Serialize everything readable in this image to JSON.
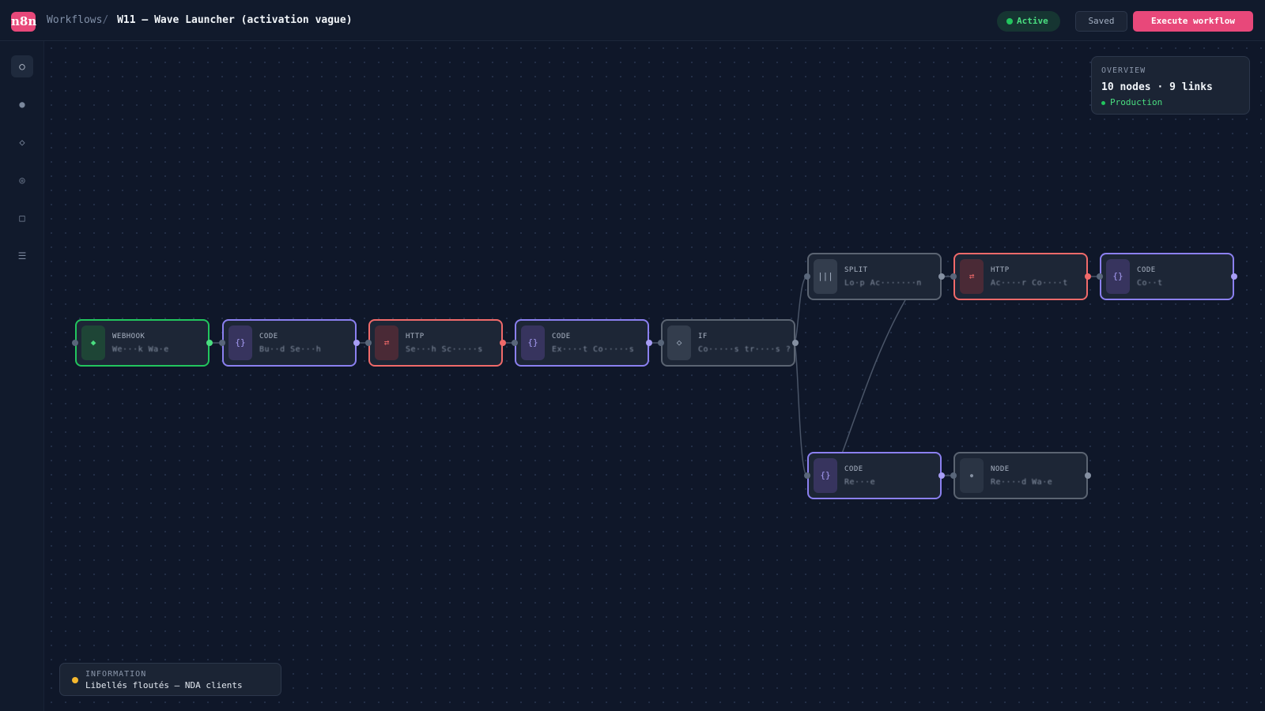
{
  "app": {
    "logo": "n8n"
  },
  "header": {
    "breadcrumb_parent": "Workflows",
    "breadcrumb_sep": "/",
    "title": "W11 — Wave Launcher (activation vague)",
    "status": "Active",
    "saved_label": "Saved",
    "execute_label": "Execute workflow"
  },
  "sidebar": {
    "items": [
      {
        "icon": "○",
        "name": "home-icon",
        "selected": true
      },
      {
        "icon": "●",
        "name": "executions-icon",
        "selected": false
      },
      {
        "icon": "◇",
        "name": "credentials-icon",
        "selected": false
      },
      {
        "icon": "◎",
        "name": "settings-icon",
        "selected": false
      },
      {
        "icon": "□",
        "name": "templates-icon",
        "selected": false
      },
      {
        "icon": "☰",
        "name": "menu-icon",
        "selected": false
      }
    ]
  },
  "overview": {
    "heading": "OVERVIEW",
    "stats": "10 nodes · 9 links",
    "environment": "Production"
  },
  "info": {
    "heading": "INFORMATION",
    "message": "Libellés floutés — NDA clients"
  },
  "colors": {
    "accent": "#e8487a",
    "webhook": "#22c55e",
    "code": "#8b80f0",
    "http": "#f06a6a",
    "neutral": "#5b6472",
    "warning": "#f5b82e"
  },
  "nodes": [
    {
      "id": "webhook",
      "type": "WEBHOOK",
      "label": "We···k Wa·e",
      "icon": "◆",
      "kind": "webhook"
    },
    {
      "id": "build-search",
      "type": "CODE",
      "label": "Bu··d Se···h",
      "icon": "{}",
      "kind": "code"
    },
    {
      "id": "search-scripts",
      "type": "HTTP",
      "label": "Se···h Sc·····s",
      "icon": "⇄",
      "kind": "http"
    },
    {
      "id": "extract-contacts",
      "type": "CODE",
      "label": "Ex····t Co·····s",
      "icon": "{}",
      "kind": "code"
    },
    {
      "id": "contacts-filter",
      "type": "IF",
      "label": "Co·····s tr····s ?",
      "icon": "◇",
      "kind": "neutral"
    },
    {
      "id": "loop",
      "type": "SPLIT",
      "label": "Lo·p Ac·······n",
      "icon": "|||",
      "kind": "neutral"
    },
    {
      "id": "access-contact",
      "type": "HTTP",
      "label": "Ac····r Co····t",
      "icon": "⇄",
      "kind": "http"
    },
    {
      "id": "count",
      "type": "CODE",
      "label": "Co··t",
      "icon": "{}",
      "kind": "code"
    },
    {
      "id": "resume",
      "type": "CODE",
      "label": "Re···e",
      "icon": "{}",
      "kind": "code"
    },
    {
      "id": "record-wave",
      "type": "NODE",
      "label": "Re····d Wa·e",
      "icon": "●",
      "kind": "neutral"
    }
  ]
}
